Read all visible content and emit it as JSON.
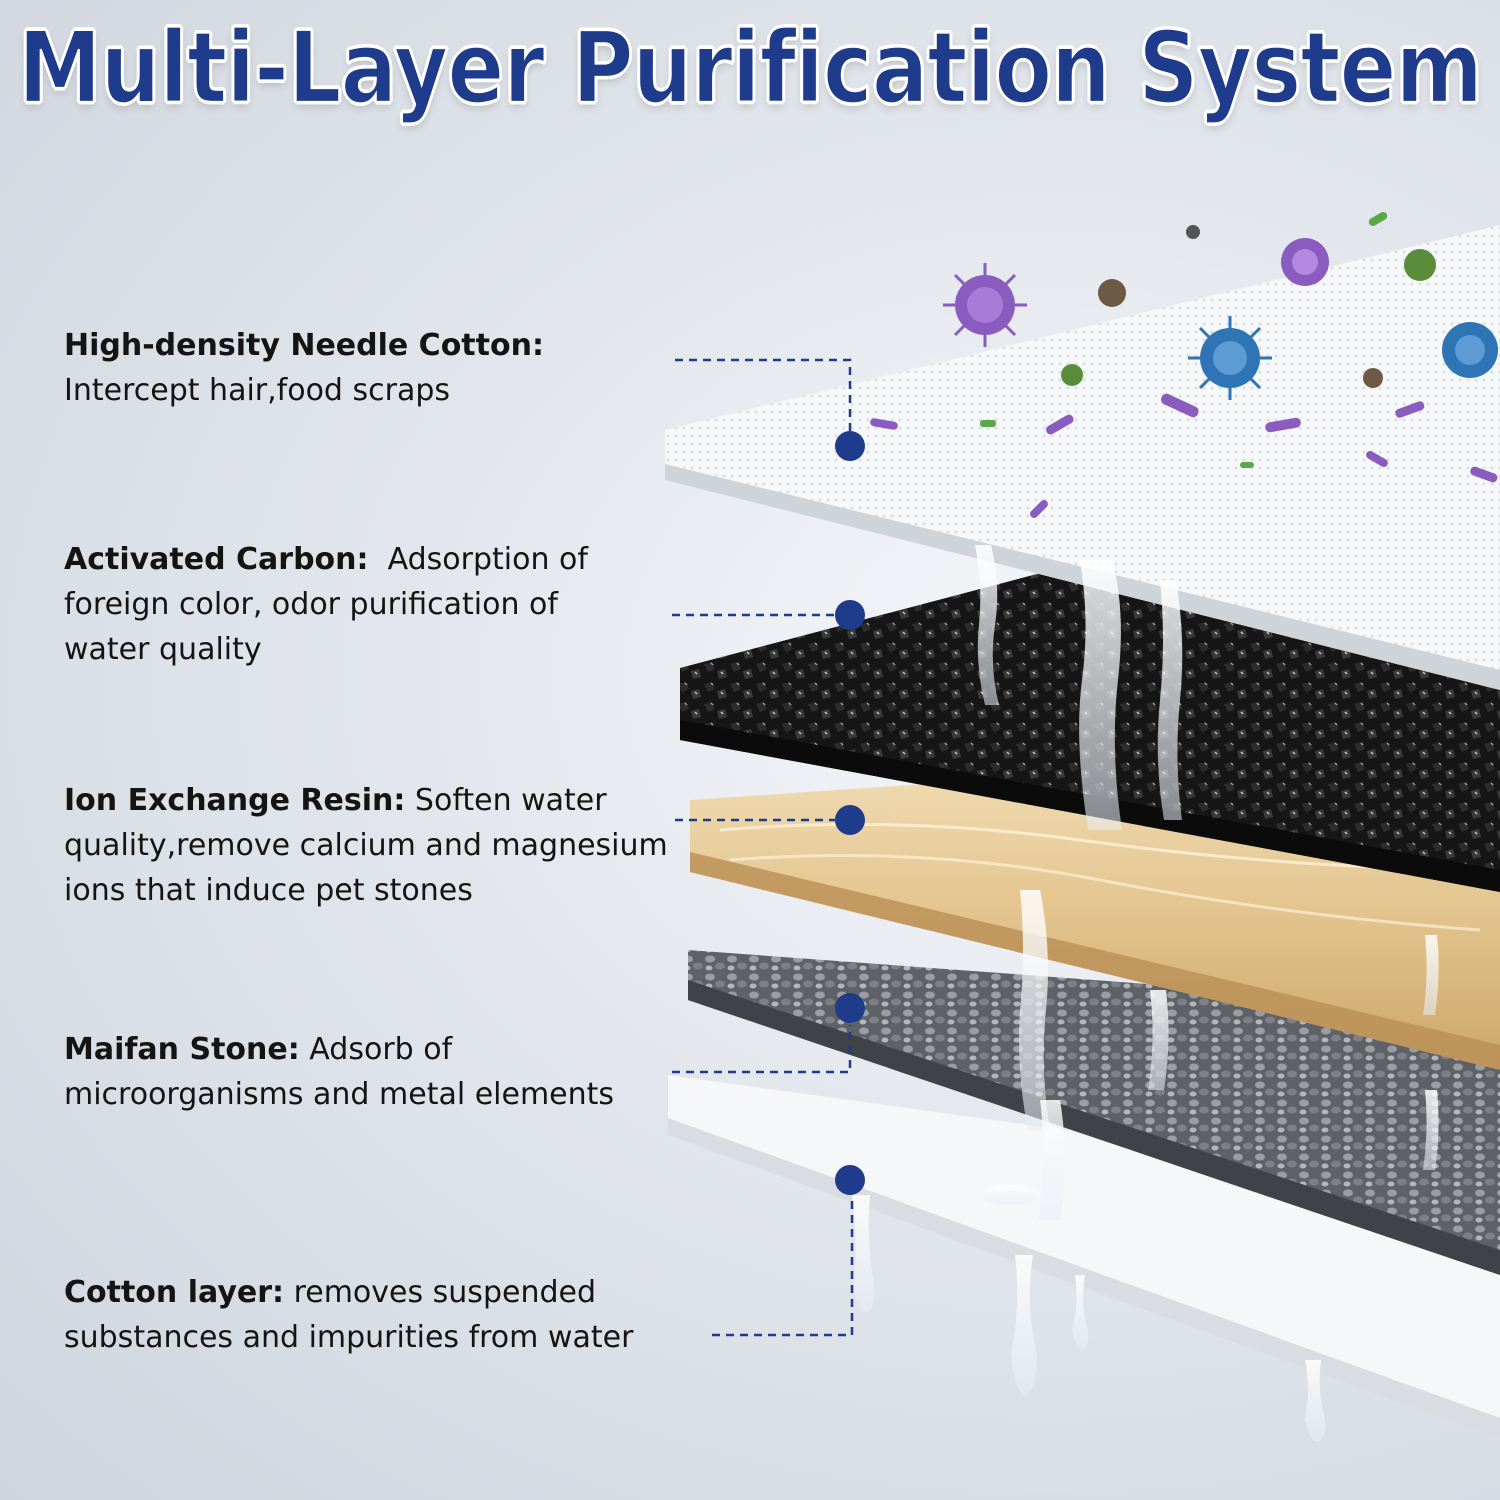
{
  "title": "Multi-Layer Purification System",
  "colors": {
    "title": "#1f3b8c",
    "marker": "#1f3b8c",
    "text": "#141414",
    "background": "#e2e6ec"
  },
  "layers": [
    {
      "name": "High-density Needle Cotton:",
      "description": "Intercept hair,food scraps"
    },
    {
      "name": "Activated Carbon:",
      "description": "Adsorption of foreign color, odor purification of water quality"
    },
    {
      "name": "Ion Exchange Resin:",
      "description": "Soften water quality,remove calcium and magnesium ions that induce pet stones"
    },
    {
      "name": "Maifan Stone:",
      "description": "Adsorb of microorganisms and metal elements"
    },
    {
      "name": "Cotton layer:",
      "description": "removes suspended substances and impurities from water"
    }
  ]
}
